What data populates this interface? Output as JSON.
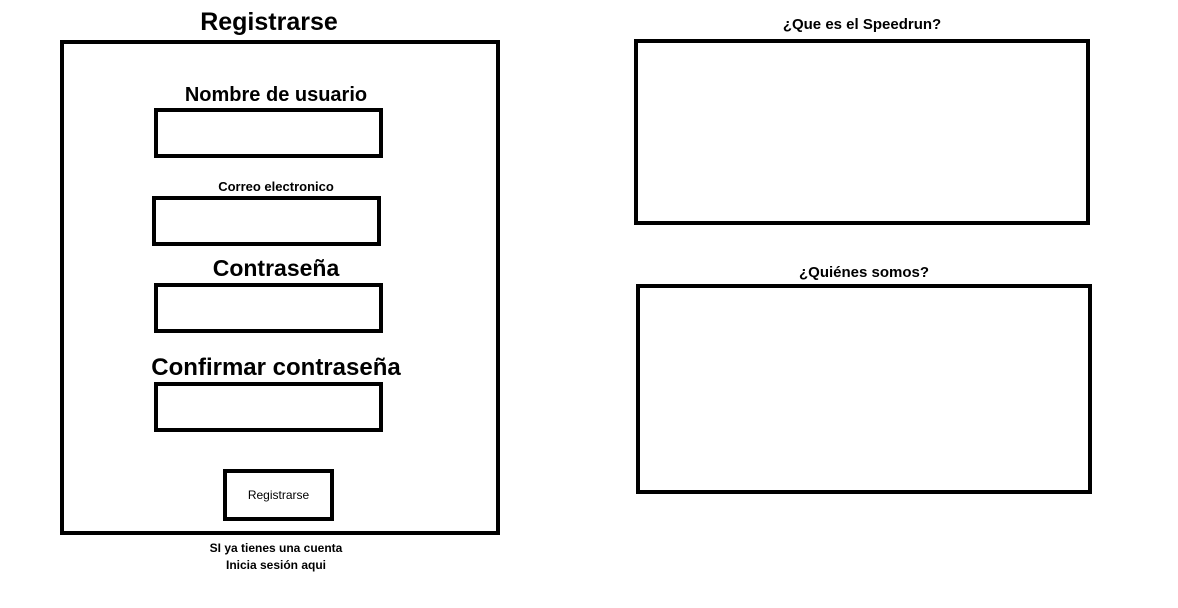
{
  "register": {
    "title": "Registrarse",
    "username_label": "Nombre de usuario",
    "email_label": "Correo electronico",
    "password_label": "Contraseña",
    "confirm_label": "Confirmar contraseña",
    "button_label": "Registrarse",
    "username_value": "",
    "email_value": "",
    "password_value": "",
    "confirm_value": ""
  },
  "footer": {
    "line1": "SI ya tienes una cuenta",
    "line2": "Inicia sesión aqui"
  },
  "side": {
    "speedrun_title": "¿Que es el Speedrun?",
    "about_title": "¿Quiénes somos?"
  }
}
